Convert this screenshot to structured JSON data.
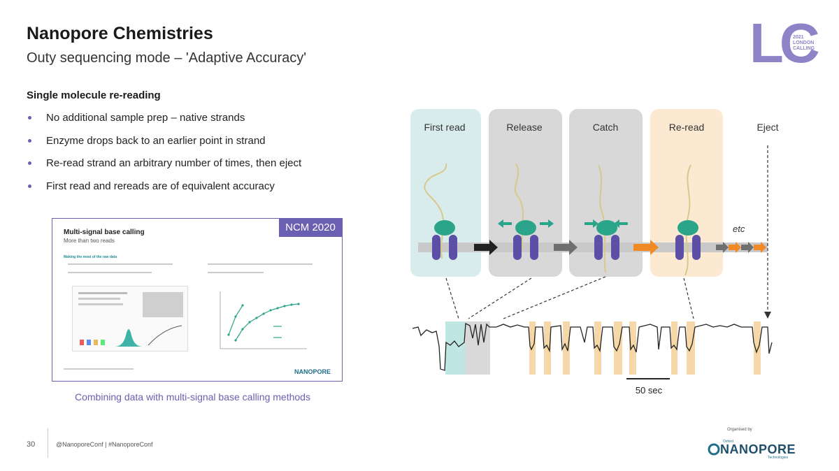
{
  "slide": {
    "title": "Nanopore Chemistries",
    "subtitle": "Outy sequencing mode – 'Adaptive Accuracy'",
    "section_heading": "Single molecule re-reading",
    "bullets": [
      "No additional sample prep – native strands",
      "Enzyme drops back to an earlier point in strand",
      "Re-read strand an arbitrary number of times, then eject",
      "First read and rereads are of equivalent accuracy"
    ],
    "thumbnail": {
      "badge": "NCM 2020",
      "title": "Multi-signal base calling",
      "subtitle": "More than two reads",
      "section": "Making the most of the raw data",
      "logo_text": "NANOPORE"
    },
    "caption": "Combining data with multi-signal base calling methods"
  },
  "logo": {
    "letters": "LC",
    "year": "2021",
    "line1": "LONDON",
    "line2": "CALLING"
  },
  "diagram": {
    "stages": [
      "First read",
      "Release",
      "Catch",
      "Re-read",
      "Eject"
    ],
    "etc_label": "etc",
    "scale_label": "50 sec",
    "colors": {
      "first_read_bg": "#d9ecec",
      "release_bg": "#d8d8d8",
      "catch_bg": "#d8d8d8",
      "reread_bg": "#fbe9d2",
      "protein_purple": "#5b4fa6",
      "protein_teal": "#2aa58a",
      "strand": "#d8c98a",
      "arrow_black": "#222222",
      "arrow_grey": "#6f6f6f",
      "arrow_orange": "#f08a24"
    }
  },
  "footer": {
    "page_number": "30",
    "handle": "@NanoporeConf | #NanoporeConf",
    "organised_by": "Organised by",
    "company_small": "Oxford",
    "company": "NANOPORE",
    "company_tech": "Technologies"
  }
}
